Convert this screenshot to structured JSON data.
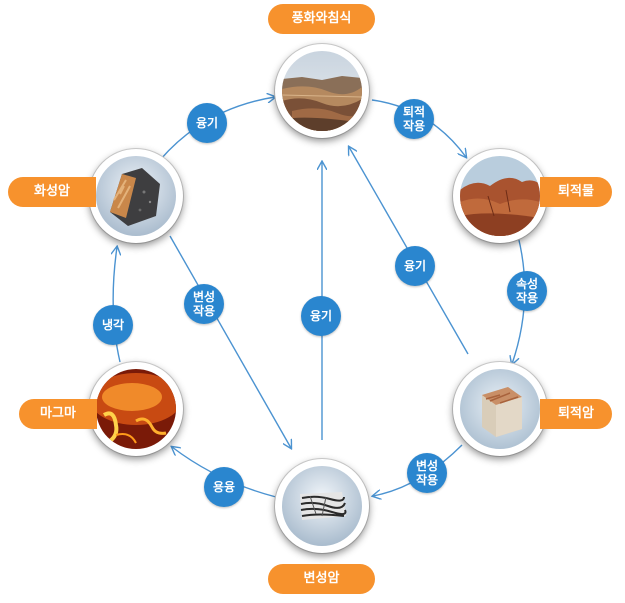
{
  "stages": {
    "weathering": "풍화와침식",
    "sediment": "퇴적물",
    "sedimentary_rock": "퇴적암",
    "metamorphic_rock": "변성암",
    "magma": "마그마",
    "igneous_rock": "화성암"
  },
  "processes": {
    "uplift": "융기",
    "deposition": "퇴적\n작용",
    "compaction": "속성\n작용",
    "metamorphism": "변성\n작용",
    "melting": "용융",
    "cooling": "냉각"
  },
  "colors": {
    "stage_label": "#f7922d",
    "process_badge": "#2a86cf",
    "arrow": "#4b93d1"
  }
}
